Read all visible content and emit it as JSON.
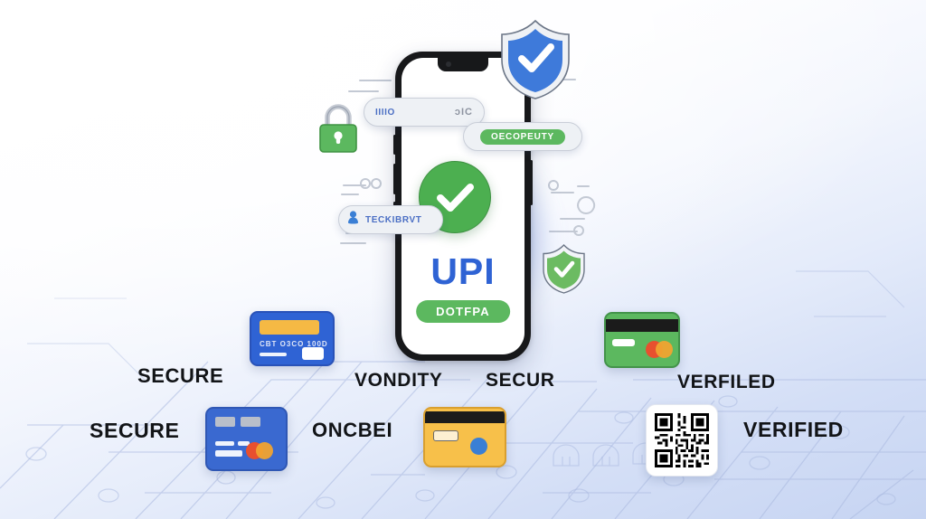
{
  "scene": {
    "title": "UPI secure payment illustration",
    "background": {
      "top_color": "#ffffff",
      "bottom_color": "#c6d4f2",
      "circuit_trace_color": "#aab9e0"
    }
  },
  "phone": {
    "frame_color": "#17181a",
    "screen_color": "#ffffff",
    "brand_text": "UPI",
    "brand_color": "#2f63d4",
    "pill_label": "DOTFPA",
    "pill_color": "#5cb85f",
    "success_check_color": "#4caf50",
    "glow_color": "#3c6ee6"
  },
  "chips": [
    {
      "name": "chip-top-left",
      "left_text": "IIIIO",
      "right_text": "ɔIC"
    },
    {
      "name": "chip-top-right",
      "pill_text": "OECOPEUTY"
    },
    {
      "name": "chip-mid-left",
      "text": "TECKIBRVT"
    }
  ],
  "badges": {
    "shield_blue": {
      "name": "shield-blue",
      "color": "#3e7ada",
      "icon": "check-icon"
    },
    "shield_green": {
      "name": "shield-green",
      "color": "#6cbb62",
      "icon": "check-icon"
    },
    "lock": {
      "name": "lock-icon",
      "body_color": "#5cb85f",
      "shackle_color": "#c5cad3"
    }
  },
  "cards": [
    {
      "name": "card-blue-top",
      "color": "#2f63d4",
      "accent_color": "#f5b944",
      "number_text": "CBT O3CO 100D"
    },
    {
      "name": "card-blue-bottom",
      "color": "#3a69d0",
      "logo": "mastercard-logo"
    },
    {
      "name": "card-orange",
      "color": "#f7c04a",
      "stripe_color": "#1b1b1b",
      "dot_color": "#3a7fd5"
    },
    {
      "name": "card-green",
      "color": "#5cb85f",
      "stripe_color": "#1b1b1b",
      "logo": "mastercard-logo"
    }
  ],
  "qr": {
    "name": "qr-code",
    "module_color": "#000000",
    "background": "#ffffff"
  },
  "labels": [
    {
      "text": "SECURE"
    },
    {
      "text": "VONDITY"
    },
    {
      "text": "SECUR"
    },
    {
      "text": "VERFILED"
    },
    {
      "text": "SECURE"
    },
    {
      "text": "ONCBEI"
    },
    {
      "text": "VERIFIED"
    }
  ]
}
